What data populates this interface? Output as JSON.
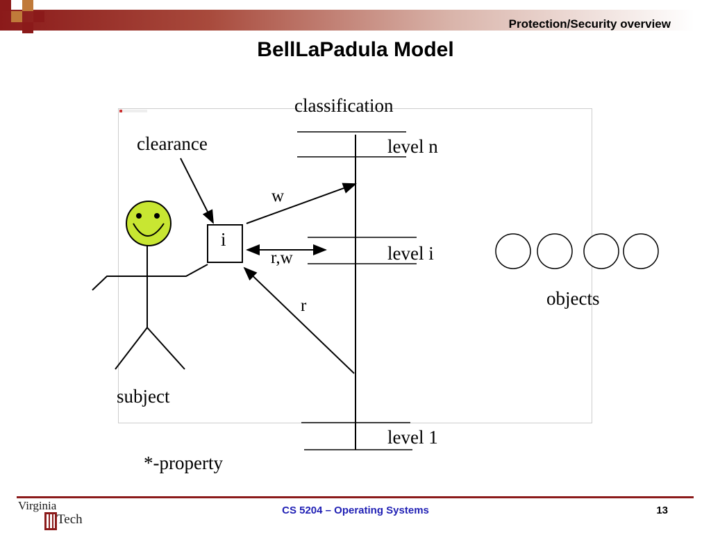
{
  "header": {
    "section_title": "Protection/Security overview"
  },
  "slide": {
    "title": "BellLaPadula Model"
  },
  "diagram": {
    "classification_label": "classification",
    "clearance_label": "clearance",
    "box_label": "i",
    "arrow_write_label": "w",
    "arrow_readwrite_label": "r,w",
    "arrow_read_label": "r",
    "level_n_label": "level n",
    "level_i_label": "level i",
    "level_1_label": "level 1",
    "objects_label": "objects",
    "subject_label": "subject",
    "property_label": "*-property"
  },
  "colors": {
    "brand": "#8b1a1a",
    "smiley": "#c8e632",
    "footer_text": "#1f1fb4"
  },
  "footer": {
    "course": "CS 5204 – Operating Systems",
    "page_number": "13",
    "logo_top": "Virginia",
    "logo_bottom": "Tech"
  }
}
